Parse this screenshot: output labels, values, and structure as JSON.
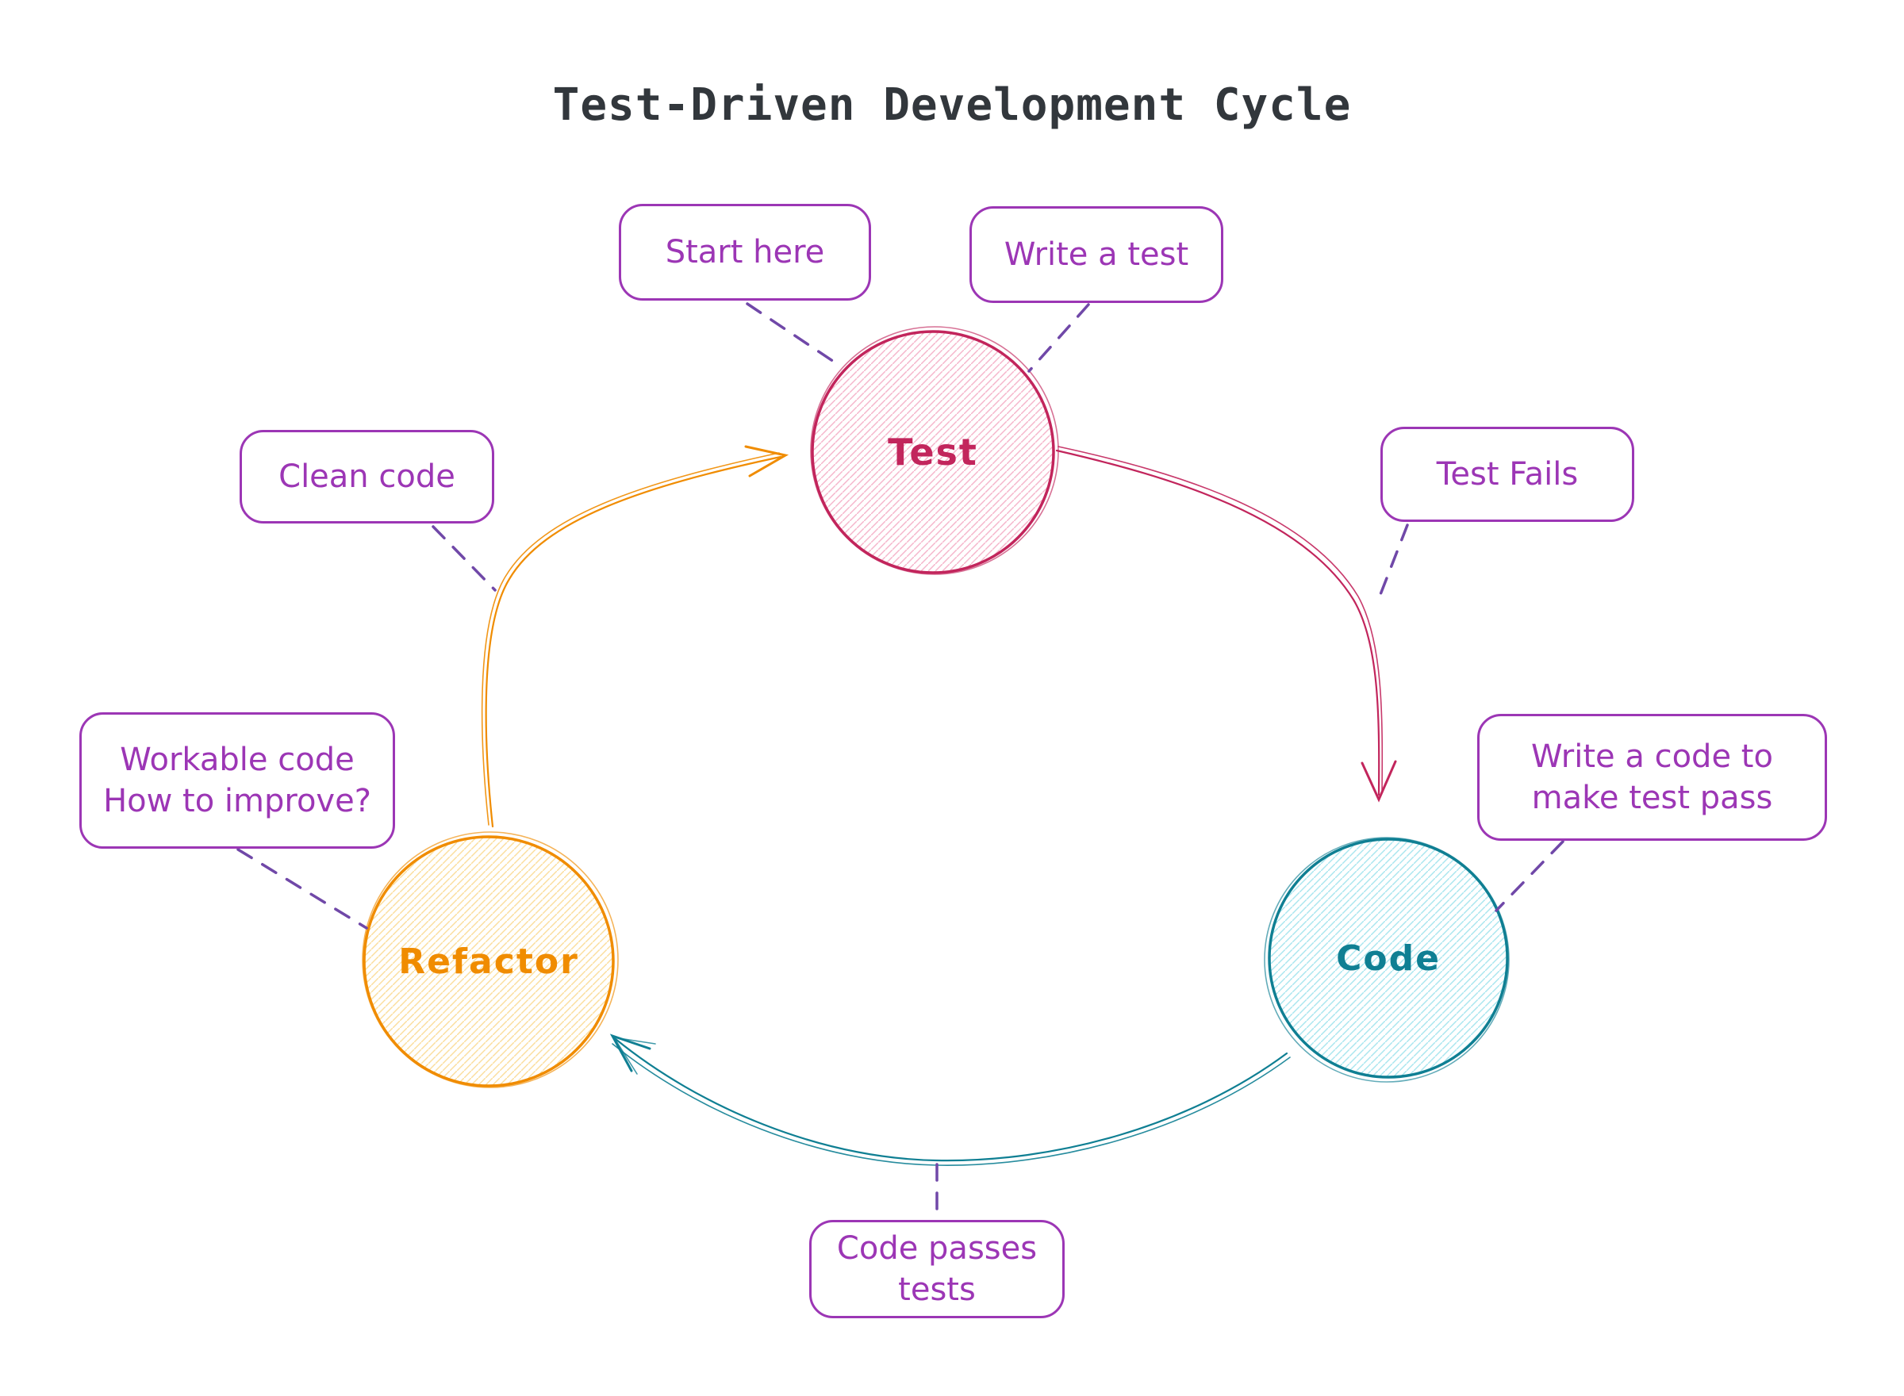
{
  "title": {
    "text": "Test-Driven Development Cycle"
  },
  "nodes": [
    {
      "id": "test",
      "label": "Test",
      "stroke": "#c2255c",
      "fill_hatch": "#f5b6cb"
    },
    {
      "id": "code",
      "label": "Code",
      "stroke": "#0f7f93",
      "fill_hatch": "#aae6ef"
    },
    {
      "id": "refactor",
      "label": "Refactor",
      "stroke": "#f08c00",
      "fill_hatch": "#fbde9e"
    }
  ],
  "annotations": [
    {
      "id": "start-here",
      "lines": [
        "Start here"
      ]
    },
    {
      "id": "write-a-test",
      "lines": [
        "Write a test"
      ]
    },
    {
      "id": "clean-code",
      "lines": [
        "Clean code"
      ]
    },
    {
      "id": "test-fails",
      "lines": [
        "Test Fails"
      ]
    },
    {
      "id": "workable-code",
      "lines": [
        "Workable code",
        "How to improve?"
      ]
    },
    {
      "id": "write-code-to-pass",
      "lines": [
        "Write a code to",
        "make test pass"
      ]
    },
    {
      "id": "code-passes-tests",
      "lines": [
        "Code passes",
        "tests"
      ]
    }
  ],
  "edges": [
    {
      "from": "Test",
      "to": "Code",
      "color": "#c2255c"
    },
    {
      "from": "Code",
      "to": "Refactor",
      "color": "#0f7f93"
    },
    {
      "from": "Refactor",
      "to": "Test",
      "color": "#f08c00"
    }
  ],
  "palette": {
    "box_purple": "#9c36b5",
    "dash_purple": "#7048a8",
    "crimson": "#c2255c",
    "crimson_hatch": "#f5b6cb",
    "orange": "#f08c00",
    "orange_hatch": "#fbde9e",
    "teal": "#0f7f93",
    "teal_hatch": "#aae6ef",
    "title_text": "#32373c",
    "background": "#ffffff"
  }
}
